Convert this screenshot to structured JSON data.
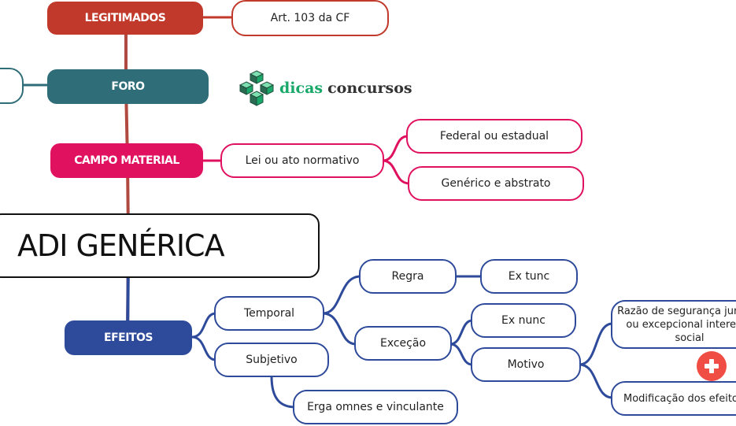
{
  "title": "ADI GENÉRICA",
  "branches": {
    "legitimados": {
      "label": "LEGITIMADOS",
      "color": "#c0392b",
      "child": "Art. 103 da CF"
    },
    "foro": {
      "label": "FORO",
      "color": "#2f6e78"
    },
    "campo_material": {
      "label": "CAMPO MATERIAL",
      "color": "#e0115f",
      "child": "Lei ou ato normativo",
      "grandchildren": [
        "Federal ou estadual",
        "Genérico e abstrato"
      ]
    },
    "efeitos": {
      "label": "EFEITOS",
      "color": "#2e4a9a",
      "temporal": "Temporal",
      "regra": "Regra",
      "ex_tunc": "Ex tunc",
      "excecao": "Exceção",
      "ex_nunc": "Ex nunc",
      "motivo": "Motivo",
      "motivo_items": [
        "Razão de segurança jurídica ou excepcional interesse social",
        "Modificação dos efeitos"
      ],
      "subjetivo": "Subjetivo",
      "erga": "Erga omnes e vinculante"
    }
  },
  "logo": {
    "word1": "dicas",
    "word2": "concursos",
    "icon": "cube-cluster-icon"
  },
  "expand_button": {
    "icon": "plus-icon",
    "color": "#f04e45"
  }
}
